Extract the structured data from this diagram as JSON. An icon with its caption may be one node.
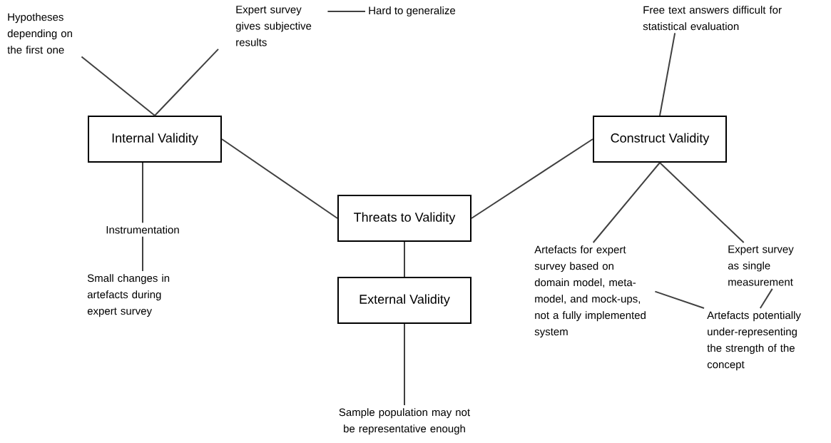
{
  "diagram": {
    "nodes": [
      {
        "text": [
          "Internal Validity"
        ]
      },
      {
        "text": [
          "Threats to Validity"
        ]
      },
      {
        "text": [
          "External Validity"
        ]
      },
      {
        "text": [
          "Construct Validity"
        ]
      },
      {
        "text": [
          "Hypotheses depending on the first one"
        ]
      },
      {
        "text": [
          "Expert survey gives subjective results"
        ]
      },
      {
        "text": [
          "Hard to generalize"
        ]
      },
      {
        "text": [
          "Instrumentation"
        ]
      },
      {
        "text": [
          "Small changes in artefacts during expert survey"
        ]
      },
      {
        "text": [
          "Sample population may not be representative enough"
        ]
      },
      {
        "text": [
          "Free text answers difficult for statistical evaluation"
        ]
      },
      {
        "text": [
          "Artefacts for expert survey based on domain model, meta-model, and mock-ups, not a fully implemented system"
        ]
      },
      {
        "text": [
          "Expert survey as single measurement"
        ]
      },
      {
        "text": [
          "Artefacts potentially under-representing the strength of the concept"
        ]
      }
    ],
    "edges": [
      {
        "from": 4,
        "to": 0,
        "arrow": "none"
      },
      {
        "from": 5,
        "to": 0,
        "arrow": "none"
      },
      {
        "from": 5,
        "to": 6,
        "arrow": "none"
      },
      {
        "from": 0,
        "to": 7,
        "arrow": "none"
      },
      {
        "from": 7,
        "to": 8,
        "arrow": "none"
      },
      {
        "from": 0,
        "to": 1,
        "arrow": "none"
      },
      {
        "from": 1,
        "to": 2,
        "arrow": "none"
      },
      {
        "from": 2,
        "to": 9,
        "arrow": "none"
      },
      {
        "from": 1,
        "to": 3,
        "arrow": "none"
      },
      {
        "from": 3,
        "to": 10,
        "arrow": "none"
      },
      {
        "from": 3,
        "to": 11,
        "arrow": "none"
      },
      {
        "from": 3,
        "to": 12,
        "arrow": "none"
      },
      {
        "from": 11,
        "to": 13,
        "arrow": "none"
      },
      {
        "from": 12,
        "to": 13,
        "arrow": "none"
      }
    ]
  }
}
